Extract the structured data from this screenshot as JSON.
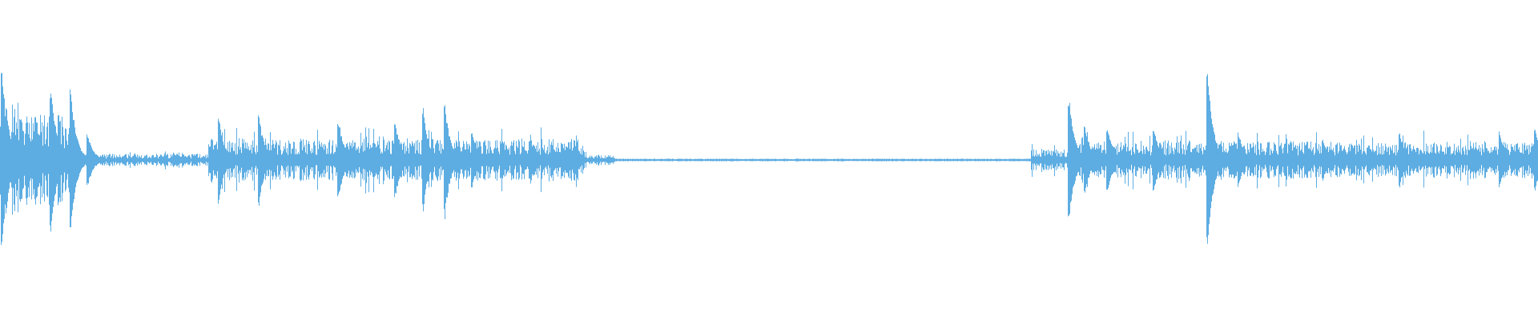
{
  "waveform": {
    "color": "#5DADE2",
    "background": "#ffffff",
    "duration_fraction_silent": [
      0.4,
      0.67
    ],
    "segments": [
      {
        "start": 0.0,
        "end": 0.048,
        "level": 0.85
      },
      {
        "start": 0.048,
        "end": 0.135,
        "level": 0.12
      },
      {
        "start": 0.135,
        "end": 0.145,
        "level": 0.45
      },
      {
        "start": 0.145,
        "end": 0.38,
        "level": 0.4
      },
      {
        "start": 0.38,
        "end": 0.4,
        "level": 0.1
      },
      {
        "start": 0.4,
        "end": 0.67,
        "level": 0.01
      },
      {
        "start": 0.67,
        "end": 0.7,
        "level": 0.2
      },
      {
        "start": 0.7,
        "end": 1.0,
        "level": 0.35
      }
    ],
    "peaks": [
      {
        "pos": 0.001,
        "amp": 1.0
      },
      {
        "pos": 0.004,
        "amp": 0.55
      },
      {
        "pos": 0.017,
        "amp": 0.45
      },
      {
        "pos": 0.023,
        "amp": 0.5
      },
      {
        "pos": 0.033,
        "amp": 0.78
      },
      {
        "pos": 0.046,
        "amp": 0.75
      },
      {
        "pos": 0.057,
        "amp": 0.28
      },
      {
        "pos": 0.142,
        "amp": 0.48
      },
      {
        "pos": 0.168,
        "amp": 0.52
      },
      {
        "pos": 0.22,
        "amp": 0.42
      },
      {
        "pos": 0.257,
        "amp": 0.4
      },
      {
        "pos": 0.275,
        "amp": 0.55
      },
      {
        "pos": 0.289,
        "amp": 0.62
      },
      {
        "pos": 0.307,
        "amp": 0.3
      },
      {
        "pos": 0.365,
        "amp": 0.2
      },
      {
        "pos": 0.396,
        "amp": 0.04
      },
      {
        "pos": 0.695,
        "amp": 0.68
      },
      {
        "pos": 0.705,
        "amp": 0.4
      },
      {
        "pos": 0.72,
        "amp": 0.35
      },
      {
        "pos": 0.75,
        "amp": 0.35
      },
      {
        "pos": 0.785,
        "amp": 0.98
      },
      {
        "pos": 0.805,
        "amp": 0.3
      },
      {
        "pos": 0.86,
        "amp": 0.22
      },
      {
        "pos": 0.91,
        "amp": 0.28
      },
      {
        "pos": 0.975,
        "amp": 0.3
      },
      {
        "pos": 0.998,
        "amp": 0.34
      }
    ]
  }
}
